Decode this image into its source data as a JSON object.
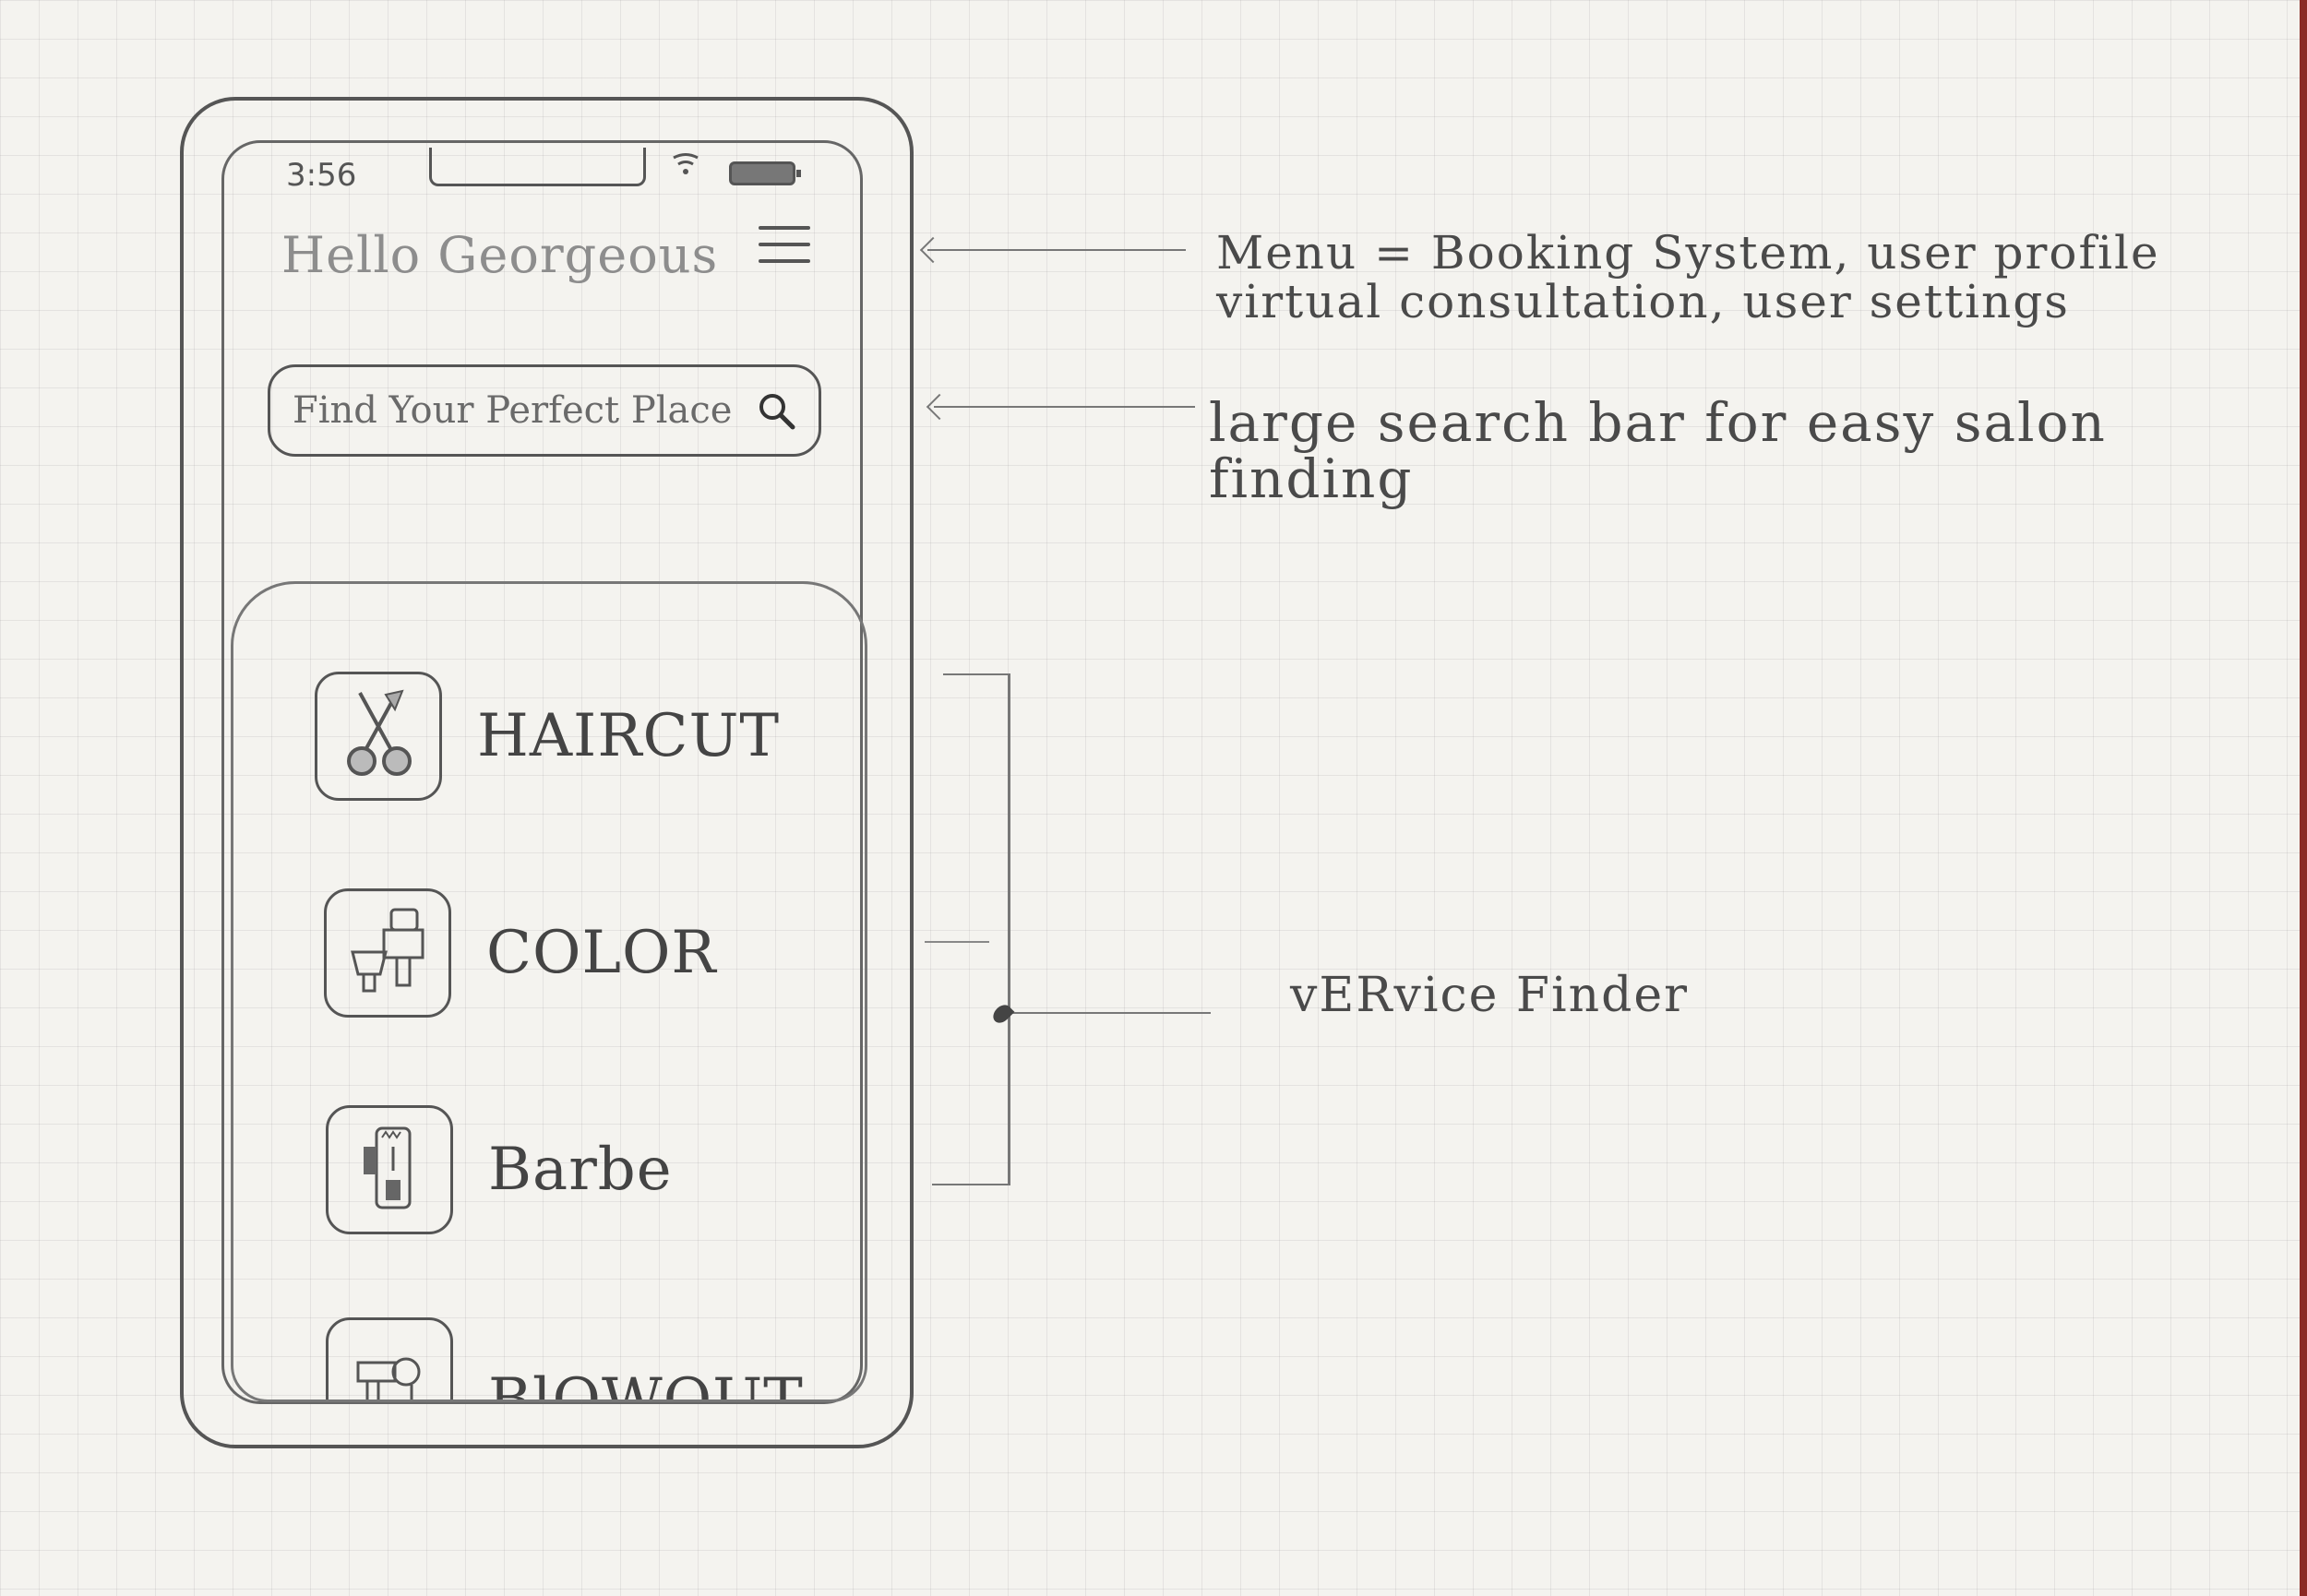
{
  "status_bar": {
    "time": "3:56"
  },
  "header": {
    "greeting": "Hello Georgeous"
  },
  "search": {
    "placeholder": "Find Your Perfect Place"
  },
  "services": [
    {
      "label": "HAIRCUT",
      "icon": "scissors-icon"
    },
    {
      "label": "COLOR",
      "icon": "hair-dye-icon"
    },
    {
      "label": "Barbe",
      "icon": "barber-clipper-icon"
    },
    {
      "label": "BlOWOUT",
      "icon": "hair-dryer-icon"
    }
  ],
  "annotations": {
    "menu_line1": "Menu = Booking System, user profile",
    "menu_line2": "virtual consultation, user settings",
    "search_line1": "large search bar for easy salon",
    "search_line2": "finding",
    "services": "vERvice Finder"
  },
  "colors": {
    "paper": "#f4f3ef",
    "pencil": "#4a4a4a",
    "edge": "#8b2a25"
  }
}
